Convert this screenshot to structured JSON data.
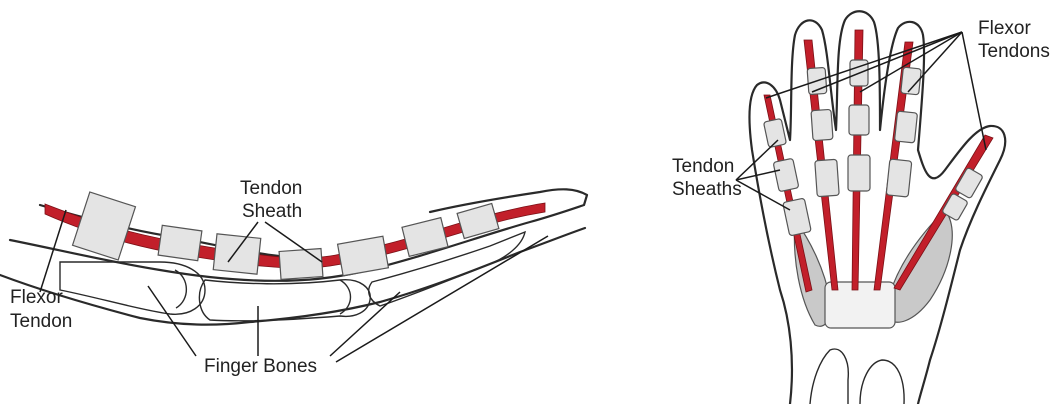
{
  "colors": {
    "tendon": "#c21f2a",
    "sheath": "#e4e4e4",
    "outline": "#2a2a2a",
    "muscle": "#c9c9c9",
    "background": "#ffffff"
  },
  "side_view": {
    "labels": {
      "tendon_sheath_line1": "Tendon",
      "tendon_sheath_line2": "Sheath",
      "flexor_tendon_line1": "Flexor",
      "flexor_tendon_line2": "Tendon",
      "finger_bones": "Finger Bones"
    }
  },
  "palm_view": {
    "labels": {
      "flexor_tendons_line1": "Flexor",
      "flexor_tendons_line2": "Tendons",
      "tendon_sheaths_line1": "Tendon",
      "tendon_sheaths_line2": "Sheaths"
    }
  }
}
